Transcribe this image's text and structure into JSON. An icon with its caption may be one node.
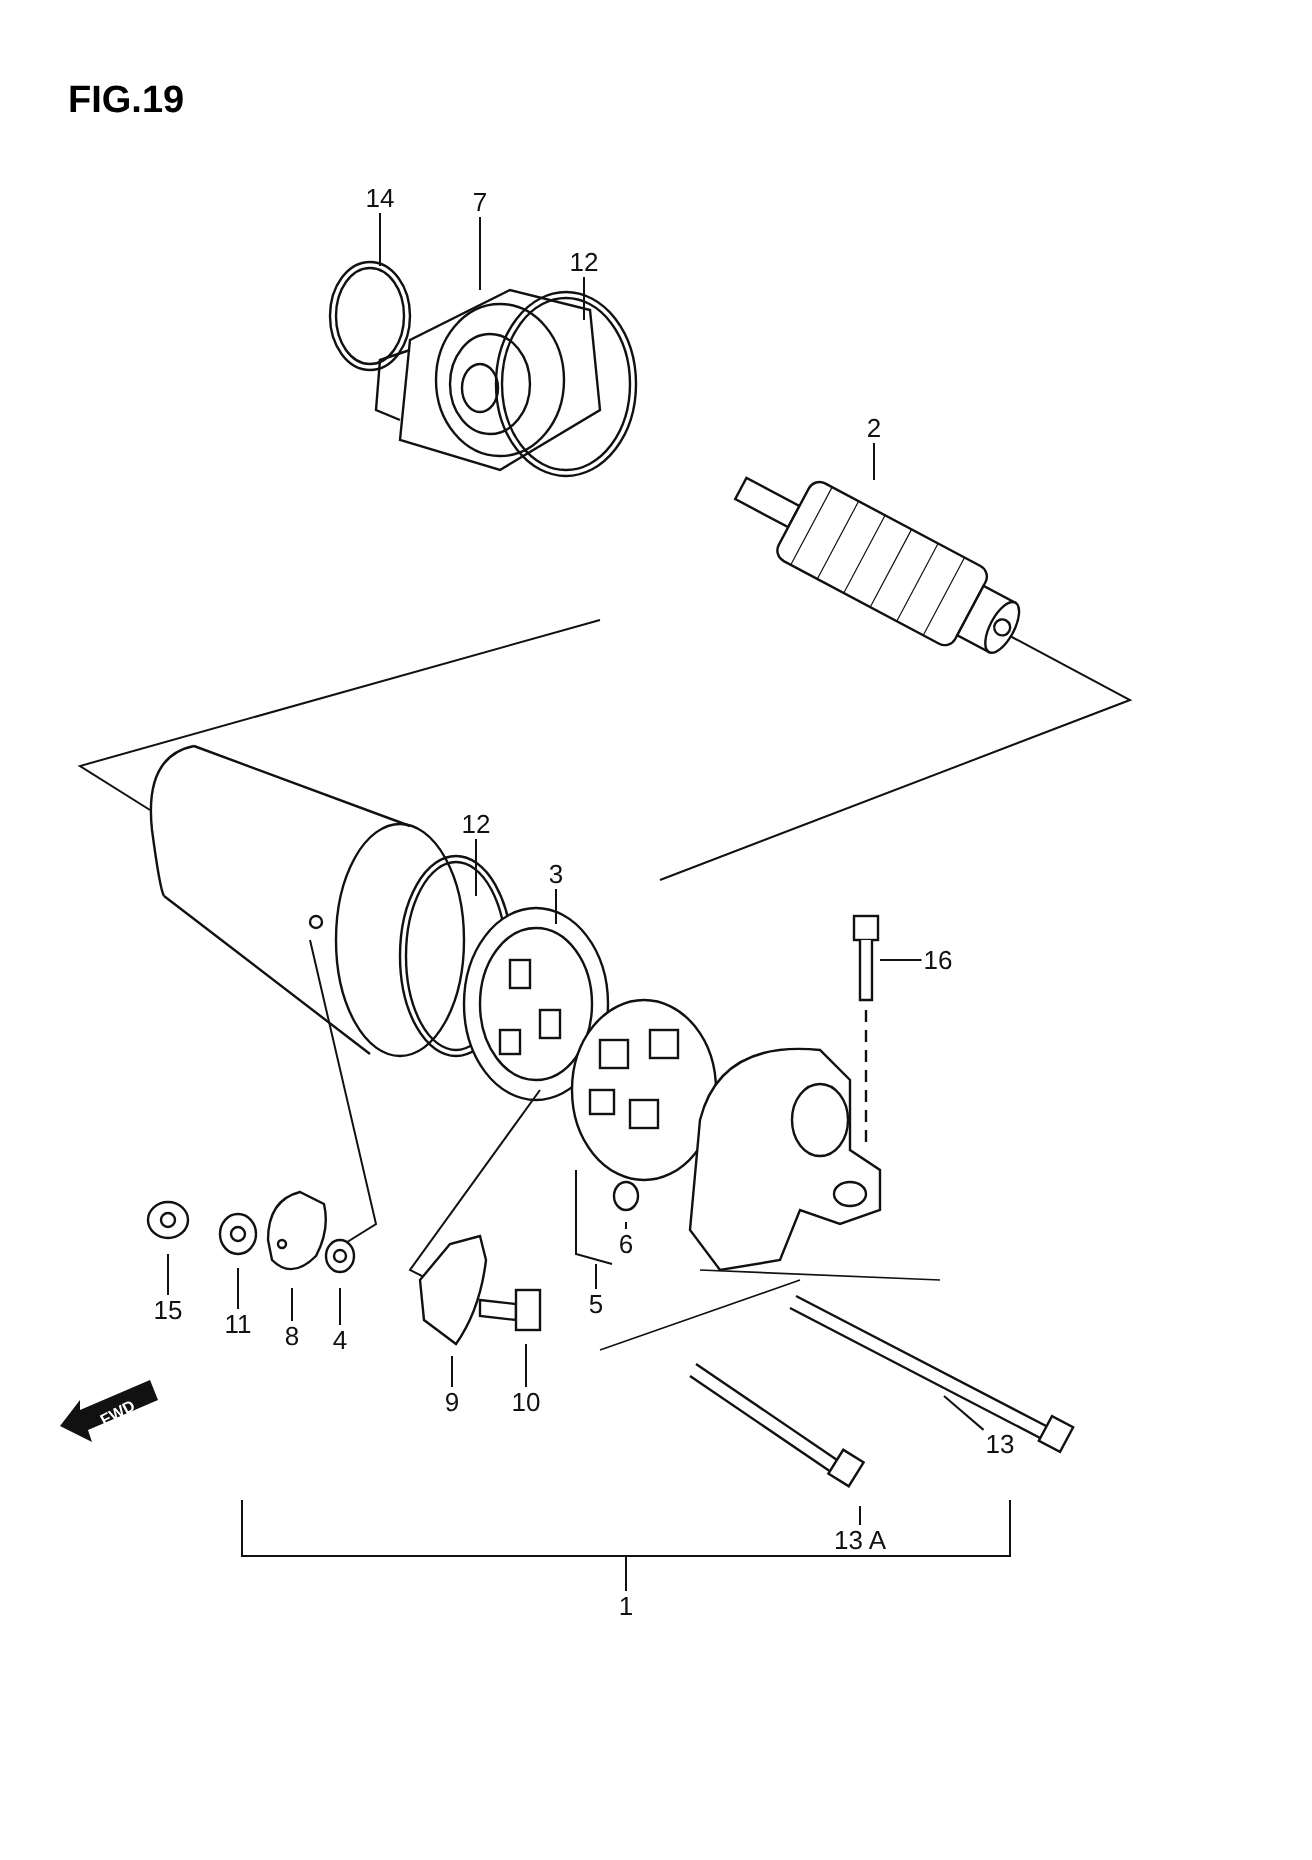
{
  "diagram": {
    "title": "FIG.19",
    "nodes": [
      {
        "text": [
          "14"
        ]
      },
      {
        "text": [
          "7"
        ]
      },
      {
        "text": [
          "12"
        ]
      },
      {
        "text": [
          "2"
        ]
      },
      {
        "text": [
          "12"
        ]
      },
      {
        "text": [
          "3"
        ]
      },
      {
        "text": [
          "16"
        ]
      },
      {
        "text": [
          "6"
        ]
      },
      {
        "text": [
          "5"
        ]
      },
      {
        "text": [
          "15"
        ]
      },
      {
        "text": [
          "11"
        ]
      },
      {
        "text": [
          "8"
        ]
      },
      {
        "text": [
          "4"
        ]
      },
      {
        "text": [
          "9"
        ]
      },
      {
        "text": [
          "10"
        ]
      },
      {
        "text": [
          "13"
        ]
      },
      {
        "text": [
          "13 A"
        ]
      },
      {
        "text": [
          "1"
        ]
      }
    ],
    "edges": [
      {
        "from": 0,
        "to": null,
        "arrow": "none"
      },
      {
        "from": 1,
        "to": null,
        "arrow": "none"
      },
      {
        "from": 2,
        "to": null,
        "arrow": "none"
      },
      {
        "from": 3,
        "to": null,
        "arrow": "none"
      },
      {
        "from": 4,
        "to": null,
        "arrow": "none"
      },
      {
        "from": 5,
        "to": null,
        "arrow": "none"
      },
      {
        "from": 6,
        "to": null,
        "arrow": "none"
      },
      {
        "from": 7,
        "to": null,
        "arrow": "none"
      },
      {
        "from": 8,
        "to": null,
        "arrow": "none"
      },
      {
        "from": 9,
        "to": null,
        "arrow": "none"
      },
      {
        "from": 10,
        "to": null,
        "arrow": "none"
      },
      {
        "from": 11,
        "to": null,
        "arrow": "none"
      },
      {
        "from": 12,
        "to": null,
        "arrow": "none"
      },
      {
        "from": 13,
        "to": null,
        "arrow": "none"
      },
      {
        "from": 14,
        "to": null,
        "arrow": "none"
      },
      {
        "from": 15,
        "to": null,
        "arrow": "none"
      },
      {
        "from": 16,
        "to": null,
        "arrow": "none"
      },
      {
        "from": 17,
        "to": null,
        "arrow": "none"
      }
    ],
    "labels": [
      "FWD"
    ]
  }
}
